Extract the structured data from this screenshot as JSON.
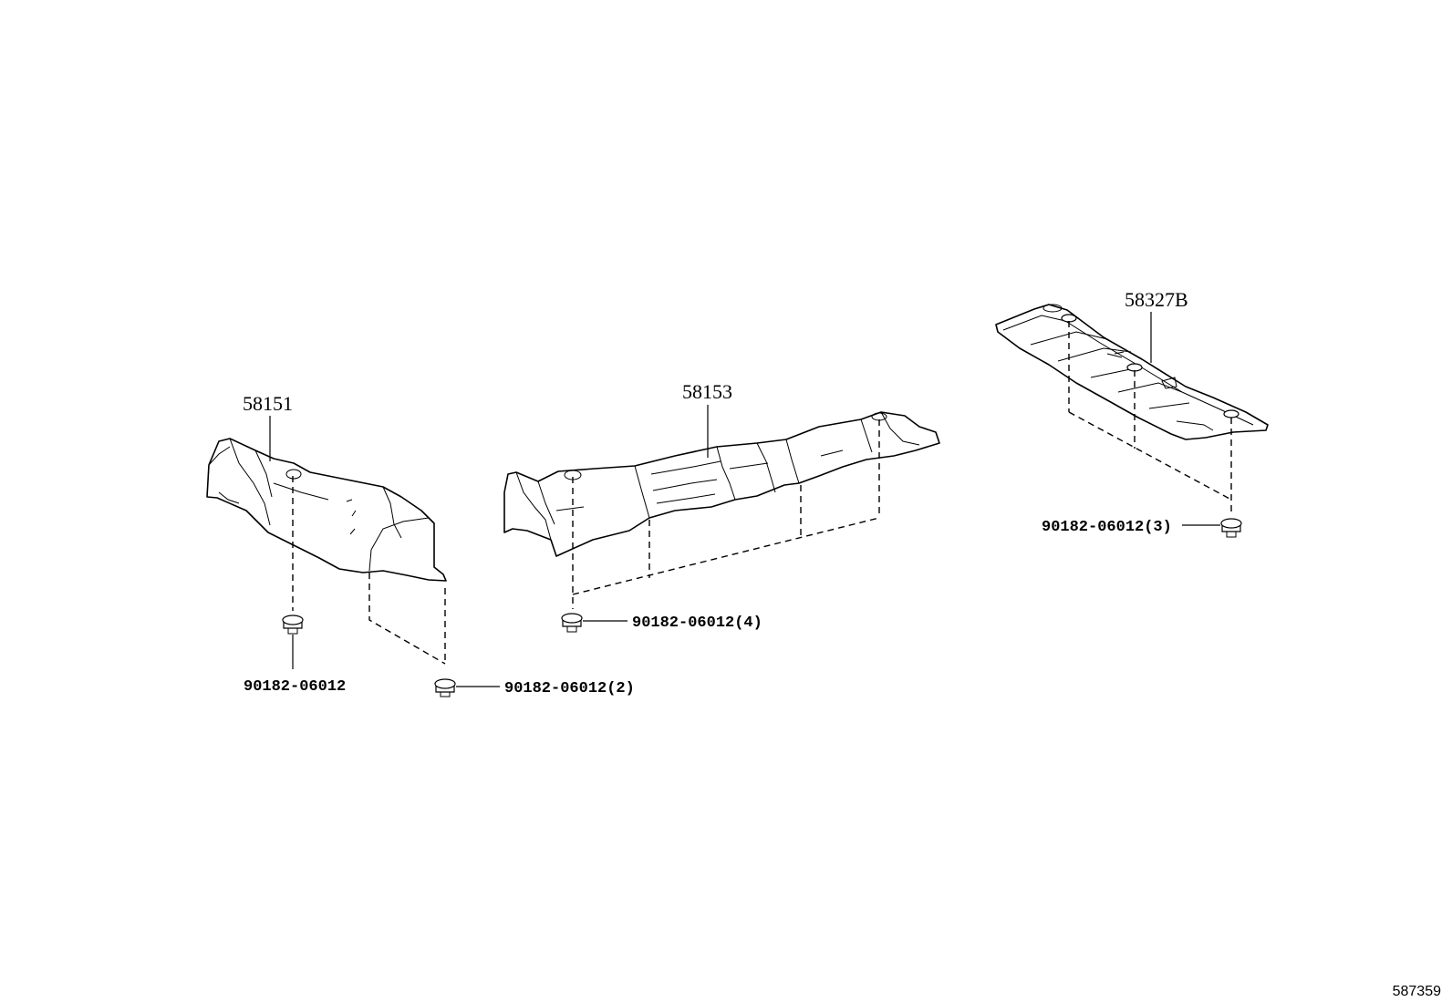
{
  "parts": {
    "p58151": "58151",
    "p58153": "58153",
    "p58327B": "58327B"
  },
  "fasteners": {
    "f1": "90182-06012",
    "f2": "90182-06012(2)",
    "f3": "90182-06012(4)",
    "f4": "90182-06012(3)"
  },
  "diagram_code": "587359"
}
